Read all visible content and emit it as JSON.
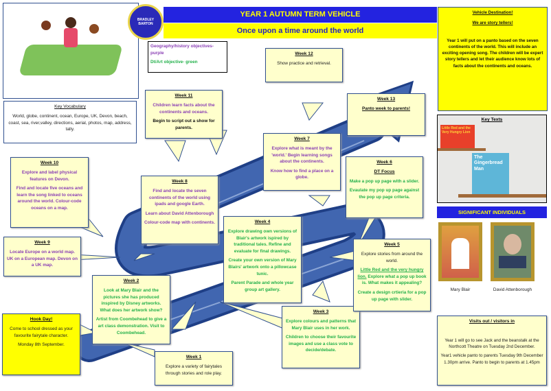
{
  "header": {
    "title": "YEAR 1 AUTUMN TERM VEHICLE",
    "subtitle": "Once upon a time around the world",
    "logo_text": "BRADLEY BARTON"
  },
  "key": {
    "geo": "Geography/history objectives- purple",
    "art": "Dt/Art objective- green"
  },
  "vocab": {
    "title": "Key Vocabulary",
    "text": "World, globe, continent, ocean, Europe, UK, Devon, beach, coast, sea, river,valley, directions, aerial, photos, map, address, tally."
  },
  "destination": {
    "title": "Vehicle Destination!",
    "subtitle": "We are story tellers!",
    "text": "Year 1 will put on a panto based on the seven continents of the world. This will include an exciting opening song. The children will be expert story tellers and let their audience know lots of facts about the continents and oceans."
  },
  "key_texts": {
    "title": "Key Texts",
    "book1": "Little Red and the Very Hungry Lion",
    "book2": "The Gingerbread Man"
  },
  "individuals": {
    "title": "SIGNIFICANT INDIVIDUALS",
    "names": [
      "Mary Blair",
      "David Attenborough"
    ]
  },
  "visits": {
    "title": "Visits out / visitors in",
    "p1": "Year 1 will go to see Jack and the beanstalk at the Northcott Theatre on Tuesday 2nd December.",
    "p2": "Year1 vehicle panto to parents Tuesday 9th December 1.30pm arrive. Panto to begin to parents at 1.45pm"
  },
  "hook": {
    "title": "Hook Day!",
    "p1": "Come to school dressed as your favourite fairytale character.",
    "p2": "Monday 8th September."
  },
  "weeks": {
    "w1": {
      "title": "Week 1",
      "p1": "Explore a variety of fairytales through stories and role play."
    },
    "w2": {
      "title": "Week 2",
      "p1": "Look at Mary Blair and the pictures she has produced inspired by Disney artworks. What does her artwork show?",
      "p2": "Artist from Coombehead to give a art class demonstration. Visit to Coombehead."
    },
    "w3": {
      "title": "Week 3",
      "p1": "Explore colours and patterns that Mary Blair uses in her work.",
      "p2": "Children to choose their favourite images and use a class vote to decide/debate."
    },
    "w4": {
      "title": "Week 4",
      "p1": "Explore drawing own versions of Blair's artwork ispired by traditional tales. Refine and evaluate for final drawings.",
      "p2": "Create your own version of Mary Blairs' artwork onto a pillowcase tunic.",
      "p3": "Parent Parade and whole year group art gallery."
    },
    "w5": {
      "title": "Week 5",
      "p1": "Explore stories from around the world.",
      "p2a": "Little Red and the very hungry lion.",
      "p2b": " Explore what a pop up book is. What makes it appealing?",
      "p3": "Create a design crtieria for a pop up page with slider."
    },
    "w6": {
      "title": "Week 6",
      "sub": "DT Focus",
      "p1": "Make a pop up page with a slider.",
      "p2": "Evaulate my pop up page against the pop up page criteria."
    },
    "w7": {
      "title": "Week 7",
      "p1": "Explore what is meant by the 'world.' Begin learning songs about the continents.",
      "p2": "Know how to find a place on a globe."
    },
    "w8": {
      "title": "Week 8",
      "p1": "Find and locate the seven continents of the world using ipads and google Earth.",
      "p2": "Learn about David Attenborough",
      "p3": "Colour-code map with continents."
    },
    "w9": {
      "title": "Week 9",
      "p1": "Locate Europe on a world map. UK on a European map. Devon on a UK map."
    },
    "w10": {
      "title": "Week 10",
      "p1": "Explore and label physical features on Devon.",
      "p2": "Find and locate five oceans and learn the song linked to oceans around the world.  Colour-code oceans on a  map."
    },
    "w11": {
      "title": "Week 11",
      "p1": "Children learn facts about the continents and oceans.",
      "p2": "Begin to script out a show for parents."
    },
    "w12": {
      "title": "Week 12",
      "p1": "Show practice and retrieval."
    },
    "w13": {
      "title": "Week 13",
      "p1": "Panto week to parents!"
    }
  },
  "colors": {
    "arrow": "#3d5fa8",
    "callout": "#ffffcc",
    "title_bar": "#2323e0",
    "yellow": "#ffff00"
  }
}
